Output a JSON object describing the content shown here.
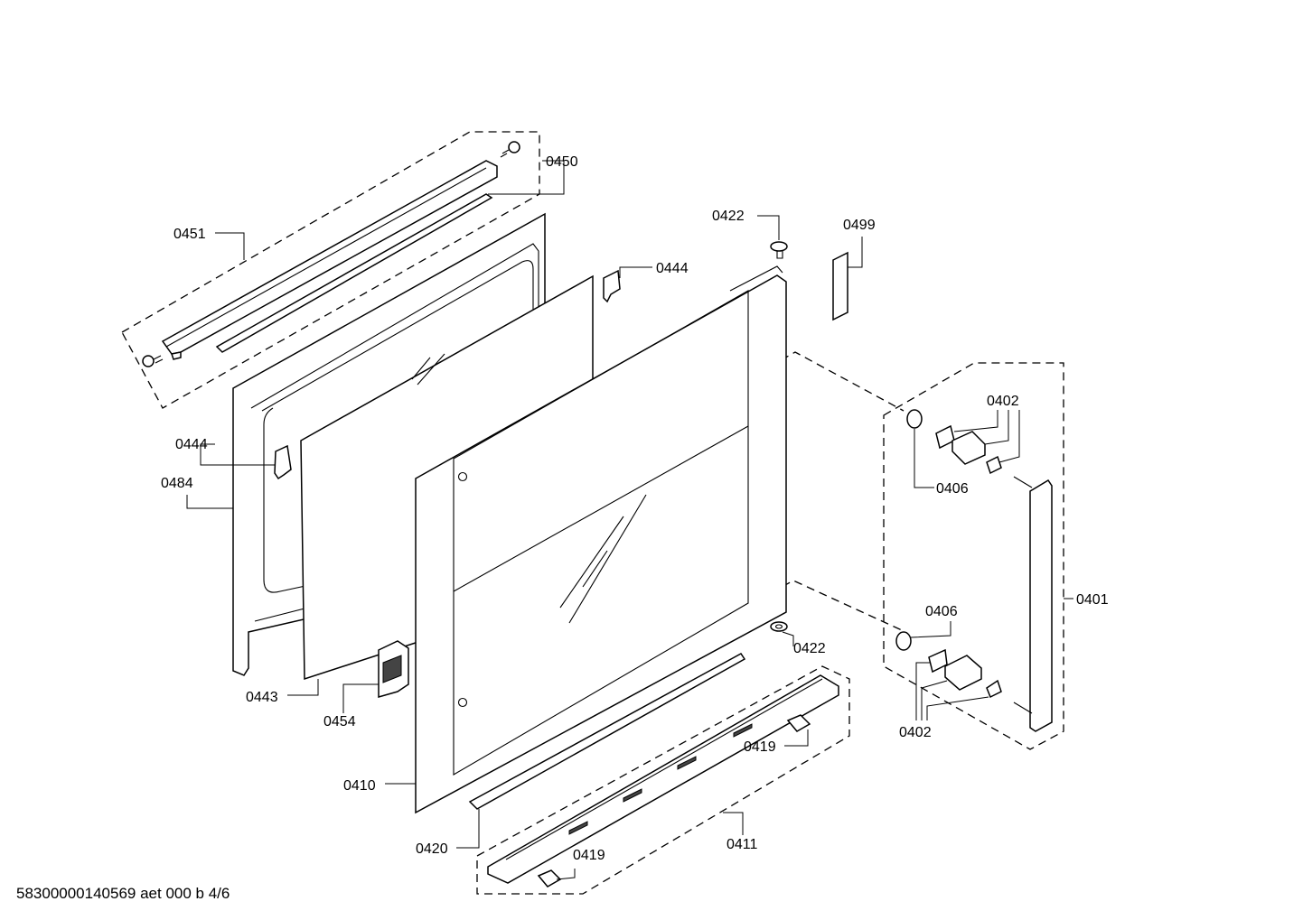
{
  "labels": {
    "l0451": "0451",
    "l0450": "0450",
    "l0422_top": "0422",
    "l0499": "0499",
    "l0444_top": "0444",
    "l0444_left": "0444",
    "l0484": "0484",
    "l0402_top": "0402",
    "l0406_top": "0406",
    "l0401": "0401",
    "l0406_bottom": "0406",
    "l0422_bottom": "0422",
    "l0443": "0443",
    "l0454": "0454",
    "l0419_right": "0419",
    "l0402_bottom": "0402",
    "l0410": "0410",
    "l0420": "0420",
    "l0411": "0411",
    "l0419_bottom": "0419"
  },
  "footer": {
    "document_code": "58300000140569 aet 000 b 4/6"
  }
}
